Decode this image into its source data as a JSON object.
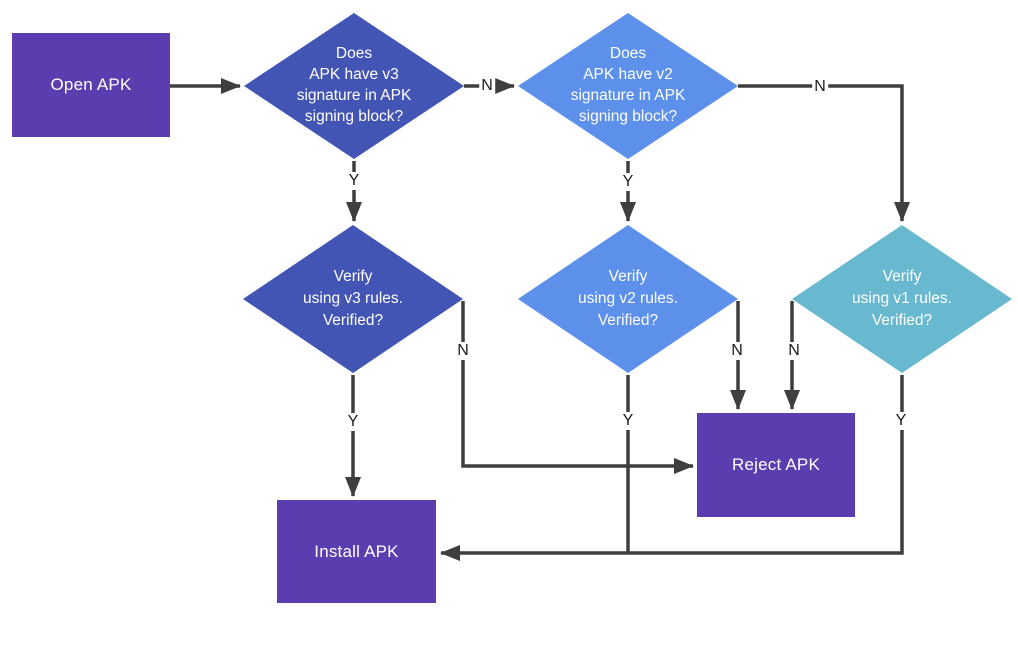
{
  "colors": {
    "node-purple": "#5b3daf",
    "node-indigo": "#4355b4",
    "node-blue": "#5c90ea",
    "node-teal": "#68b8d0",
    "edge": "#3e3e3e",
    "edge-label": "#1c1c1c",
    "node-text": "#ffffff",
    "canvas-bg": "#ffffff"
  },
  "nodes": {
    "open_apk": {
      "label": "Open APK"
    },
    "q_v3": {
      "lines": [
        "Does",
        "APK have v3",
        "signature in APK",
        "signing block?"
      ]
    },
    "q_v2": {
      "lines": [
        "Does",
        "APK have v2",
        "signature in APK",
        "signing block?"
      ]
    },
    "verify_v3": {
      "lines": [
        "Verify",
        "using v3 rules.",
        "Verified?"
      ]
    },
    "verify_v2": {
      "lines": [
        "Verify",
        "using v2 rules.",
        "Verified?"
      ]
    },
    "verify_v1": {
      "lines": [
        "Verify",
        "using v1 rules.",
        "Verified?"
      ]
    },
    "reject_apk": {
      "label": "Reject APK"
    },
    "install_apk": {
      "label": "Install APK"
    }
  },
  "edges": {
    "q_v3_no": {
      "label": "N"
    },
    "q_v3_yes": {
      "label": "Y"
    },
    "q_v2_no": {
      "label": "N"
    },
    "q_v2_yes": {
      "label": "Y"
    },
    "verify_v3_yes": {
      "label": "Y"
    },
    "verify_v3_no": {
      "label": "N"
    },
    "verify_v2_yes": {
      "label": "Y"
    },
    "verify_v2_no": {
      "label": "N"
    },
    "verify_v1_no": {
      "label": "N"
    },
    "verify_v1_yes": {
      "label": "Y"
    }
  }
}
